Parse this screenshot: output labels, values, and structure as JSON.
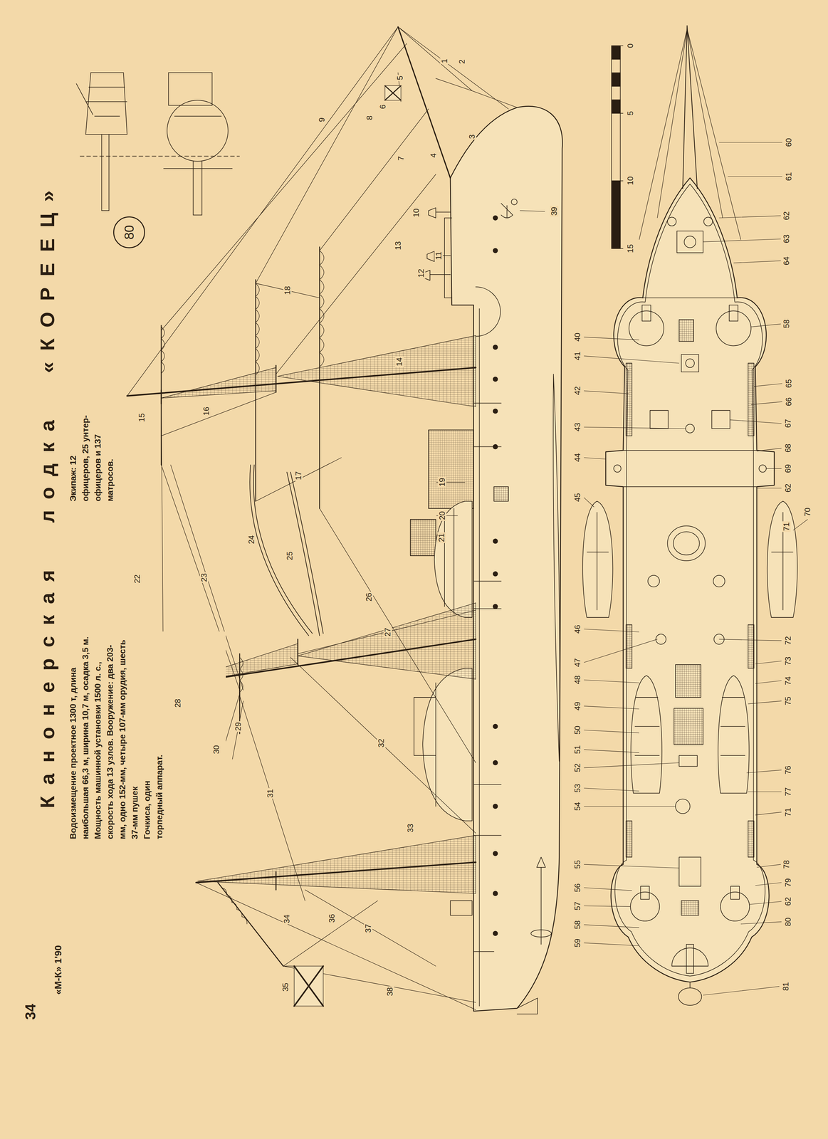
{
  "diagram": {
    "title": "Канонерская лодка «КОРЕЕЦ»",
    "nodes": [
      {
        "text": [
          "80"
        ]
      }
    ],
    "labels": [
      "Водоизмещение проектное 1300 т, длина наибольшая 66,3 м, ширина 10,7 м, осадка 3,5 м. Мощность машинной установки 1500 л. с., скорость хода 13 узлов. Вооружение: два 203-мм, одно 152-мм, четыре 107-мм орудия, шесть 37-мм пушек Гочкиса, один торпедный аппарат.",
      "Экипаж: 12 офицеров, 25 унтер-офицеров и 137 матросов.",
      "34",
      "«М-К» 1'90",
      "1",
      "2",
      "3",
      "4",
      "5",
      "6",
      "7",
      "8",
      "9",
      "10",
      "11",
      "12",
      "13",
      "14",
      "15",
      "16",
      "17",
      "18",
      "19",
      "20",
      "21",
      "22",
      "23",
      "24",
      "25",
      "26",
      "27",
      "28",
      "29",
      "30",
      "31",
      "32",
      "33",
      "34",
      "35",
      "36",
      "37",
      "38",
      "39",
      "40",
      "41",
      "42",
      "43",
      "44",
      "45",
      "46",
      "47",
      "48",
      "49",
      "50",
      "51",
      "52",
      "53",
      "54",
      "55",
      "56",
      "57",
      "58",
      "59",
      "60",
      "61",
      "62",
      "63",
      "64",
      "58",
      "65",
      "66",
      "67",
      "68",
      "69",
      "62",
      "70",
      "71",
      "72",
      "73",
      "74",
      "75",
      "76",
      "77",
      "71",
      "78",
      "79",
      "62",
      "80",
      "81",
      "0",
      "5",
      "10",
      "15"
    ]
  }
}
